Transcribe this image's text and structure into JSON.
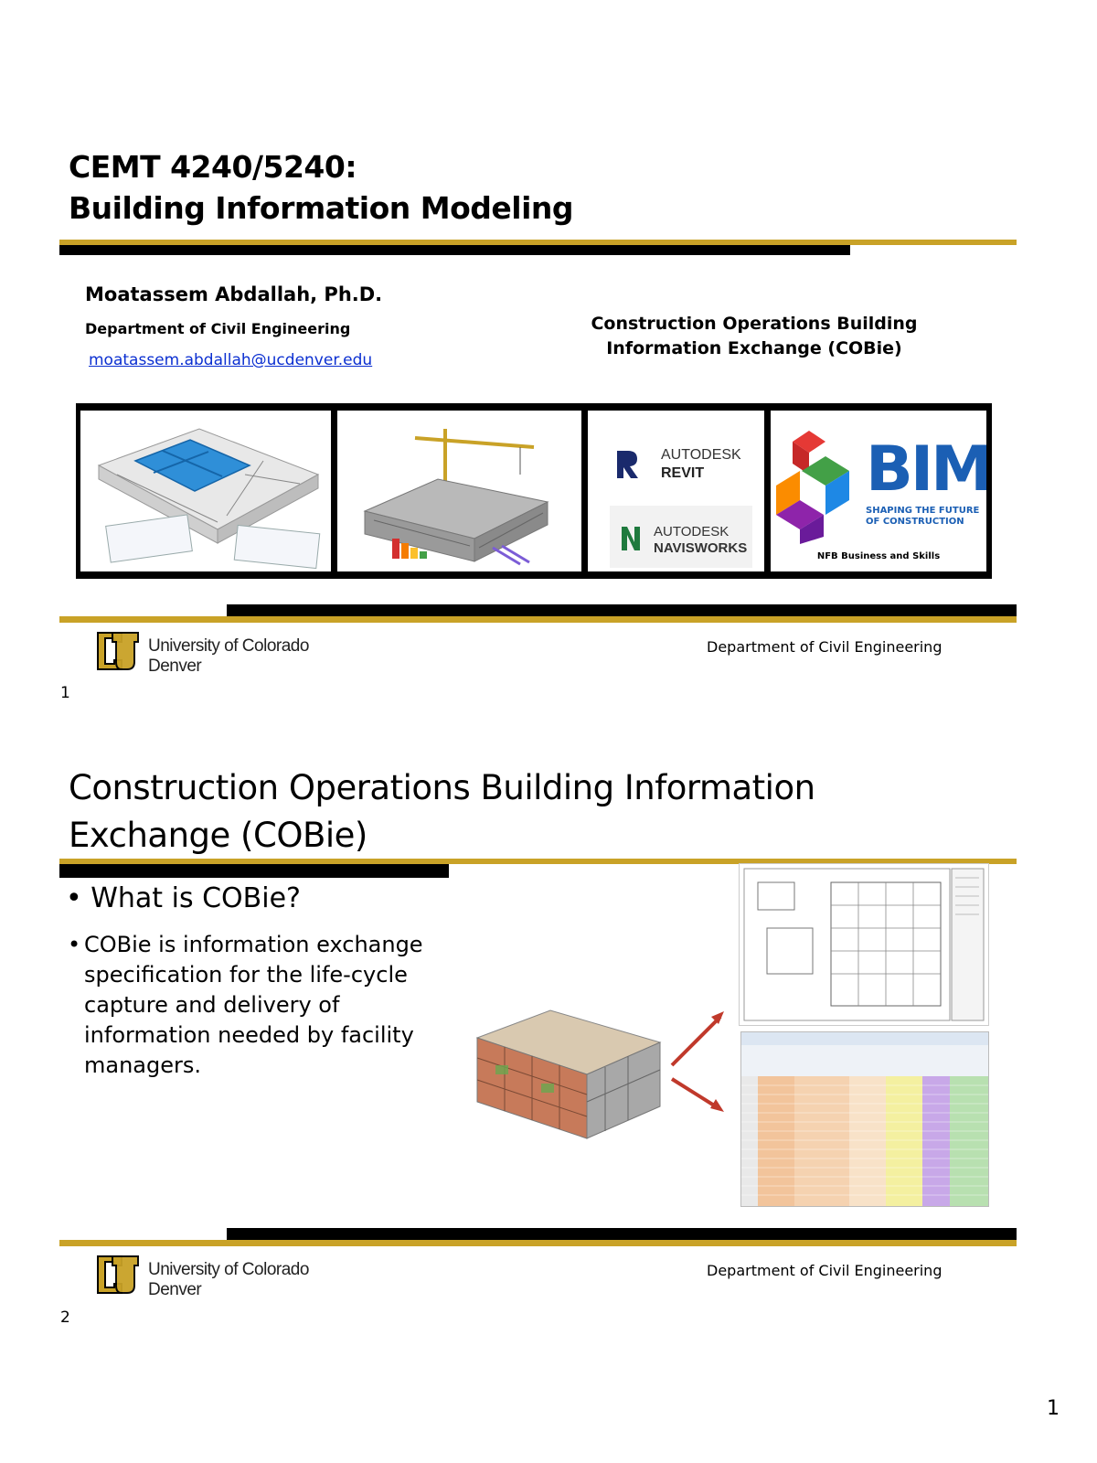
{
  "slide1": {
    "title_line1": "CEMT 4240/5240:",
    "title_line2": "Building Information Modeling",
    "author": "Moatassem Abdallah, Ph.D.",
    "department": "Department of Civil Engineering",
    "email": "moatassem.abdallah@ucdenver.edu",
    "subtitle_line1": "Construction Operations Building",
    "subtitle_line2": "Information Exchange (COBie)",
    "logos": {
      "revit_brand": "AUTODESK",
      "revit_product": "REVIT",
      "navisworks_brand": "AUTODESK",
      "navisworks_product": "NAVISWORKS",
      "bim_text": "BIM",
      "bim_tagline1": "SHAPING THE FUTURE",
      "bim_tagline2": "OF CONSTRUCTION",
      "bim_caption": "NFB Business and Skills"
    },
    "footer": {
      "university_line1": "University of Colorado",
      "university_line2": "Denver",
      "dept": "Department of Civil Engineering"
    },
    "page_number": "1"
  },
  "slide2": {
    "title_line1": "Construction Operations Building Information",
    "title_line2": "Exchange (COBie)",
    "bullet1": "What is COBie?",
    "bullet2_lines": [
      "COBie  is information exchange",
      "specification for the life-cycle",
      "capture and delivery of",
      "information needed by facility",
      "managers."
    ],
    "footer": {
      "university_line1": "University of Colorado",
      "university_line2": "Denver",
      "dept": "Department of Civil Engineering"
    },
    "page_number": "2"
  },
  "sheet_page_number": "1",
  "colors": {
    "gold": "#c9a227",
    "bim_blue": "#1b5fb4",
    "link_blue": "#0b2fd1"
  }
}
